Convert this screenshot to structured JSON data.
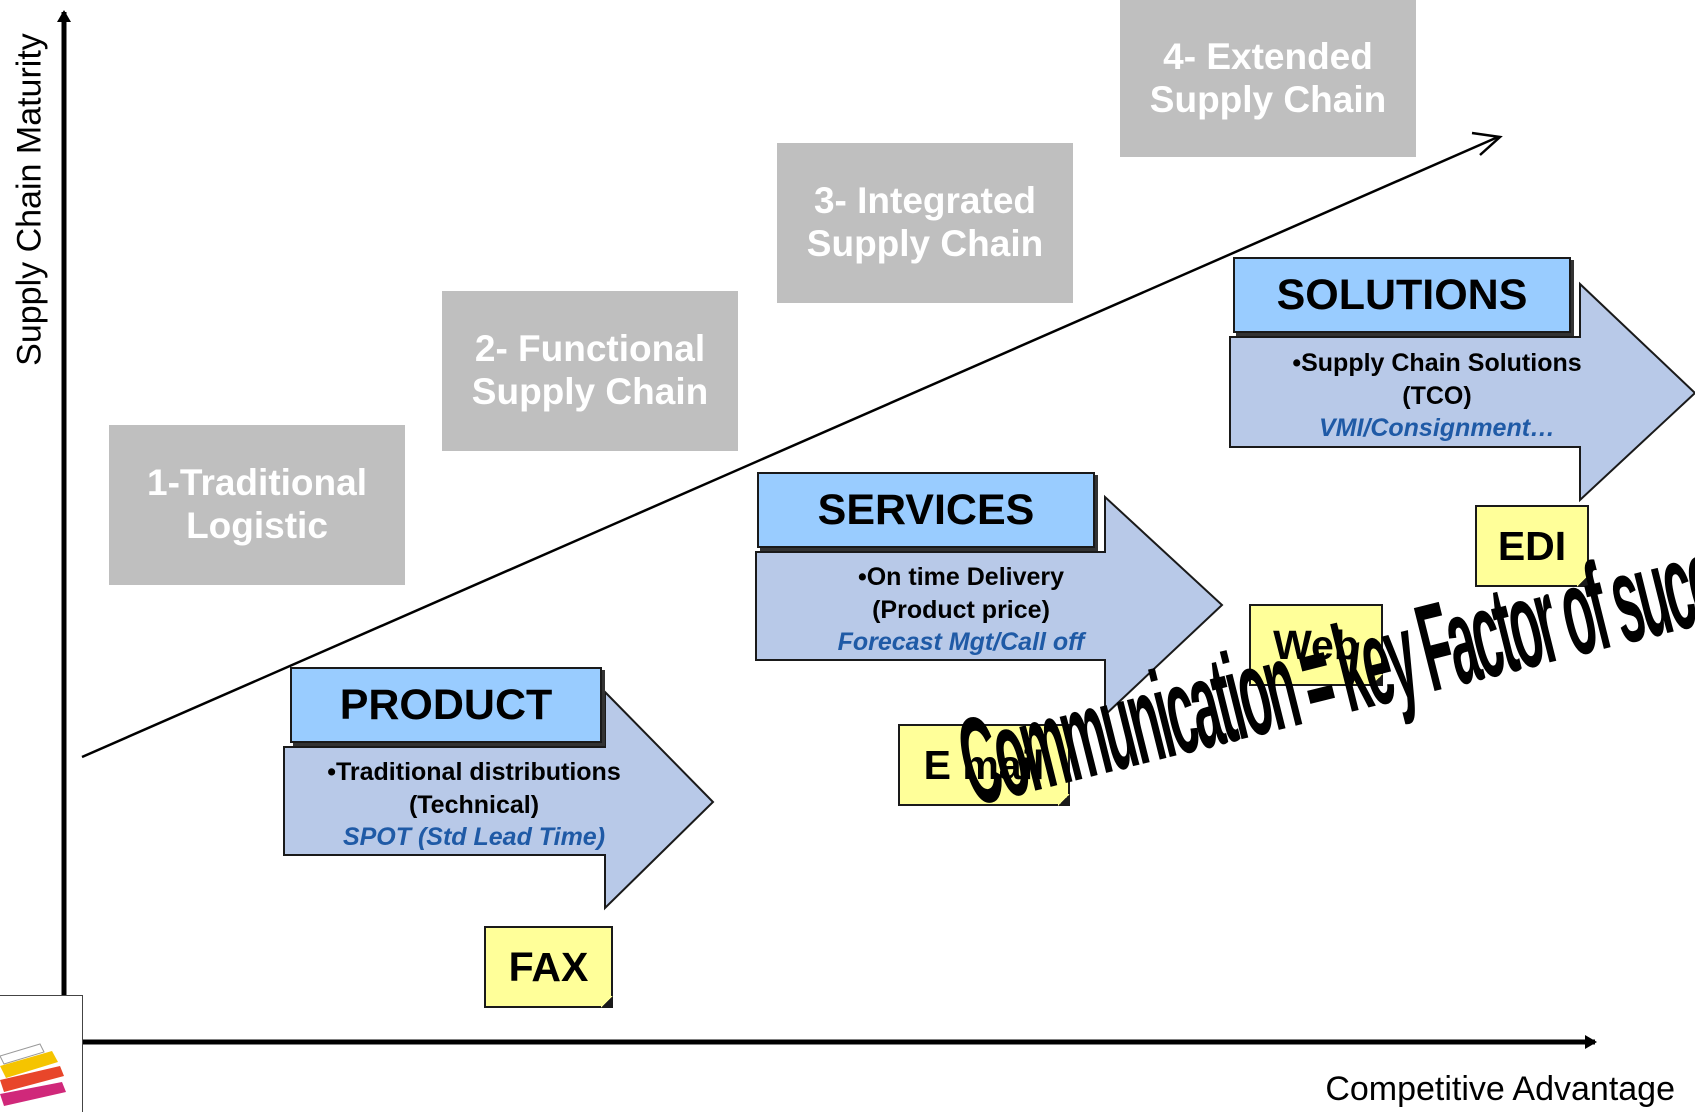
{
  "axes": {
    "y_label": "Supply Chain Maturity",
    "x_label": "Competitive Advantage"
  },
  "stages": [
    {
      "label": "1-Traditional\nLogistic"
    },
    {
      "label": "2- Functional\nSupply Chain"
    },
    {
      "label": "3- Integrated\nSupply Chain"
    },
    {
      "label": "4- Extended\nSupply Chain"
    }
  ],
  "categories": [
    {
      "title": "PRODUCT",
      "line1": "•Traditional distributions",
      "line2": "(Technical)",
      "line3": "SPOT (Std Lead Time)",
      "channel": "FAX"
    },
    {
      "title": "SERVICES",
      "line1": "•On time Delivery",
      "line2": "(Product price)",
      "line3": "Forecast Mgt/Call off",
      "channel": "E mail"
    },
    {
      "title": "SOLUTIONS",
      "line1": "•Supply Chain Solutions",
      "line2": "(TCO)",
      "line3": "VMI/Consignment…",
      "channel": "EDI"
    }
  ],
  "extra_channel": "Web",
  "slogan": "Communication = key Factor of success",
  "colors": {
    "stage_fill": "#bfbfbf",
    "category_header": "#99ccff",
    "arrow_fill": "#b8c9e8",
    "note_fill": "#ffff99",
    "italic_text": "#1f5aa6"
  },
  "icons": {
    "logo": "pencils-logo-icon"
  }
}
